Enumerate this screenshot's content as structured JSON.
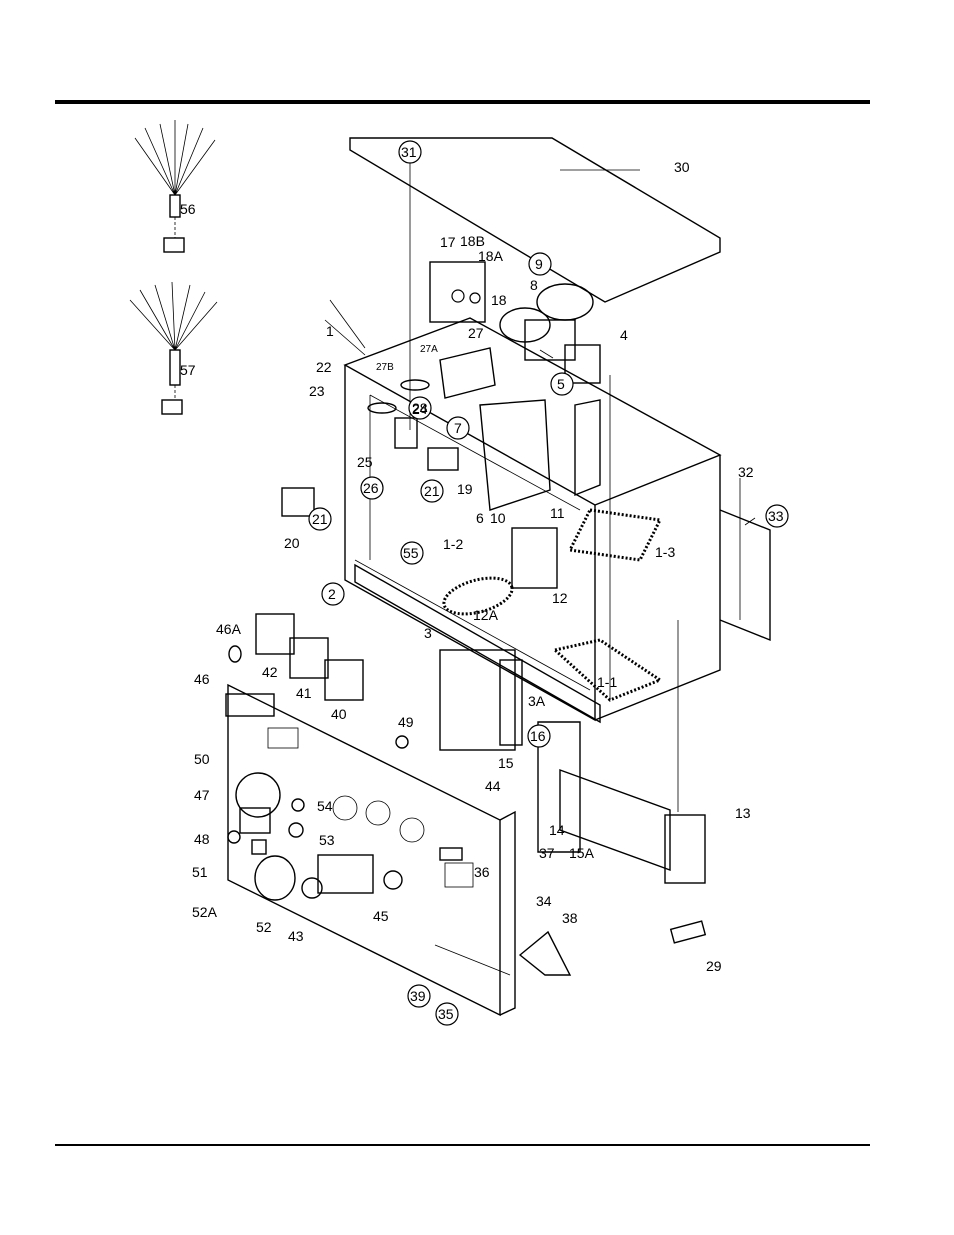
{
  "callouts": {
    "c1": "1",
    "c1_1": "1-1",
    "c1_2": "1-2",
    "c1_3": "1-3",
    "c2": "2",
    "c3": "3",
    "c3A": "3A",
    "c4": "4",
    "c5": "5",
    "c6": "6",
    "c7": "7",
    "c8": "8",
    "c9": "9",
    "c10": "10",
    "c11": "11",
    "c12": "12",
    "c12A": "12A",
    "c13": "13",
    "c14": "14",
    "c15": "15",
    "c15A": "15A",
    "c16": "16",
    "c17": "17",
    "c18": "18",
    "c18A": "18A",
    "c18B": "18B",
    "c19": "19",
    "c20": "20",
    "c21a": "21",
    "c21b": "21",
    "c22": "22",
    "c23": "23",
    "c24": "24",
    "c25": "25",
    "c26": "26",
    "c27": "27",
    "c27A": "27A",
    "c27B": "27B",
    "c28": "28",
    "c29": "29",
    "c30": "30",
    "c31": "31",
    "c32": "32",
    "c33": "33",
    "c34": "34",
    "c35": "35",
    "c36": "36",
    "c37": "37",
    "c38": "38",
    "c39": "39",
    "c40": "40",
    "c41": "41",
    "c42": "42",
    "c43": "43",
    "c44": "44",
    "c45": "45",
    "c46": "46",
    "c46A": "46A",
    "c47": "47",
    "c48": "48",
    "c49": "49",
    "c50": "50",
    "c51": "51",
    "c52": "52",
    "c52A": "52A",
    "c53": "53",
    "c54": "54",
    "c55": "55",
    "c56": "56",
    "c57": "57"
  }
}
